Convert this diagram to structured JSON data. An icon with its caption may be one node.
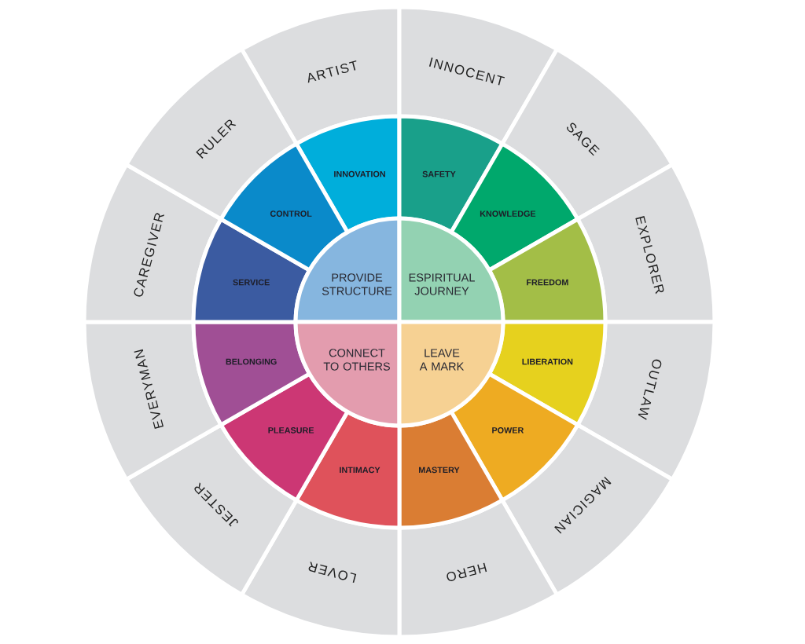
{
  "diagram": {
    "nodes": [
      {
        "text": [
          "ARTIST"
        ]
      },
      {
        "text": [
          "INNOCENT"
        ]
      },
      {
        "text": [
          "SAGE"
        ]
      },
      {
        "text": [
          "EXPLORER"
        ]
      },
      {
        "text": [
          "OUTLAW"
        ]
      },
      {
        "text": [
          "MAGICIAN"
        ]
      },
      {
        "text": [
          "HERO"
        ]
      },
      {
        "text": [
          "LOVER"
        ]
      },
      {
        "text": [
          "JESTER"
        ]
      },
      {
        "text": [
          "EVERYMAN"
        ]
      },
      {
        "text": [
          "CAREGIVER"
        ]
      },
      {
        "text": [
          "RULER"
        ]
      },
      {
        "text": [
          "INNOVATION"
        ]
      },
      {
        "text": [
          "SAFETY"
        ]
      },
      {
        "text": [
          "KNOWLEDGE"
        ]
      },
      {
        "text": [
          "FREEDOM"
        ]
      },
      {
        "text": [
          "LIBERATION"
        ]
      },
      {
        "text": [
          "POWER"
        ]
      },
      {
        "text": [
          "MASTERY"
        ]
      },
      {
        "text": [
          "INTIMACY"
        ]
      },
      {
        "text": [
          "PLEASURE"
        ]
      },
      {
        "text": [
          "BELONGING"
        ]
      },
      {
        "text": [
          "SERVICE"
        ]
      },
      {
        "text": [
          "CONTROL"
        ]
      },
      {
        "text": [
          "PROVIDE STRUCTURE"
        ]
      },
      {
        "text": [
          "ESPIRITUAL JOURNEY"
        ]
      },
      {
        "text": [
          "CONNECT TO OTHERS"
        ]
      },
      {
        "text": [
          "LEAVE A MARK"
        ]
      }
    ]
  }
}
